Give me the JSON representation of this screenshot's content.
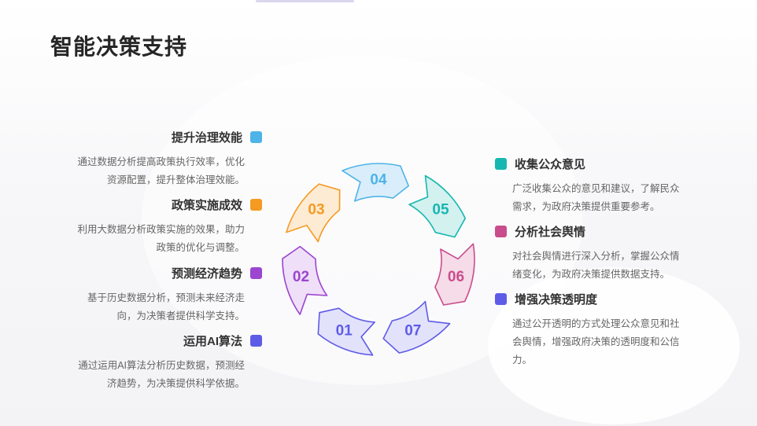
{
  "title": "智能决策支持",
  "left_items": [
    {
      "title": "提升治理效能",
      "desc": [
        "通过数据分析提高政策执行效率，优化",
        "资源配置，提升整体治理效能。"
      ],
      "color": "#4eb3e7"
    },
    {
      "title": "政策实施成效",
      "desc": [
        "利用大数据分析政策实施的效果，助力",
        "政策的优化与调整。"
      ],
      "color": "#f59a23"
    },
    {
      "title": "预测经济趋势",
      "desc": [
        "基于历史数据分析，预测未来经济走",
        "向，为决策者提供科学支持。"
      ],
      "color": "#9b45d0"
    },
    {
      "title": "运用AI算法",
      "desc": [
        "通过运用AI算法分析历史数据，预测经",
        "济趋势，为决策提供科学依据。"
      ],
      "color": "#5e5ce6"
    }
  ],
  "right_items": [
    {
      "title": "收集公众意见",
      "desc": [
        "广泛收集公众的意见和建议，了解民众",
        "需求，为政府决策提供重要参考。"
      ],
      "color": "#16b7b0"
    },
    {
      "title": "分析社会舆情",
      "desc": [
        "对社会舆情进行深入分析，掌握公众情",
        "绪变化，为政府决策提供数据支持。"
      ],
      "color": "#c94d8c"
    },
    {
      "title": "增强决策透明度",
      "desc": [
        "通过公开透明的方式处理公众意见和社",
        "会舆情，增强政府决策的透明度和公信",
        "力。"
      ],
      "color": "#5e5ce6"
    }
  ],
  "cycle": [
    {
      "label": "04",
      "stroke": "#4eb3e7",
      "fill": "#d9eefa"
    },
    {
      "label": "05",
      "stroke": "#16b7b0",
      "fill": "#d3f1ef"
    },
    {
      "label": "06",
      "stroke": "#c94d8c",
      "fill": "#f6dbe8"
    },
    {
      "label": "07",
      "stroke": "#5e5ce6",
      "fill": "#e3e2fb"
    },
    {
      "label": "01",
      "stroke": "#5e5ce6",
      "fill": "#e3e2fb"
    },
    {
      "label": "02",
      "stroke": "#9b45d0",
      "fill": "#efdff8"
    },
    {
      "label": "03",
      "stroke": "#f59a23",
      "fill": "#fdebd3"
    }
  ]
}
